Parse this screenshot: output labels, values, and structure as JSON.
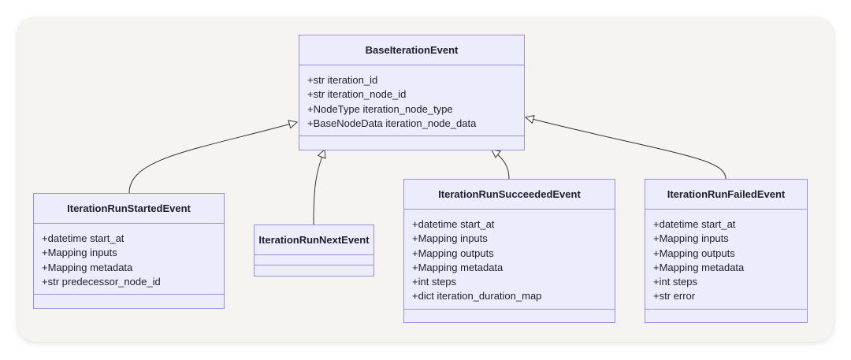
{
  "classes": {
    "base": {
      "name": "BaseIterationEvent",
      "attributes": [
        "+str iteration_id",
        "+str iteration_node_id",
        "+NodeType iteration_node_type",
        "+BaseNodeData iteration_node_data"
      ]
    },
    "started": {
      "name": "IterationRunStartedEvent",
      "attributes": [
        "+datetime start_at",
        "+Mapping inputs",
        "+Mapping metadata",
        "+str predecessor_node_id"
      ]
    },
    "next": {
      "name": "IterationRunNextEvent",
      "attributes": []
    },
    "succeeded": {
      "name": "IterationRunSucceededEvent",
      "attributes": [
        "+datetime start_at",
        "+Mapping inputs",
        "+Mapping outputs",
        "+Mapping metadata",
        "+int steps",
        "+dict iteration_duration_map"
      ]
    },
    "failed": {
      "name": "IterationRunFailedEvent",
      "attributes": [
        "+datetime start_at",
        "+Mapping inputs",
        "+Mapping outputs",
        "+Mapping metadata",
        "+int steps",
        "+str error"
      ]
    }
  },
  "relations": [
    {
      "from": "IterationRunStartedEvent",
      "to": "BaseIterationEvent",
      "type": "inheritance"
    },
    {
      "from": "IterationRunNextEvent",
      "to": "BaseIterationEvent",
      "type": "inheritance"
    },
    {
      "from": "IterationRunSucceededEvent",
      "to": "BaseIterationEvent",
      "type": "inheritance"
    },
    {
      "from": "IterationRunFailedEvent",
      "to": "BaseIterationEvent",
      "type": "inheritance"
    }
  ],
  "colors": {
    "box_fill": "#ececfc",
    "box_border": "#9a8fd8",
    "edge": "#333333",
    "background": "#f5f4f1"
  }
}
